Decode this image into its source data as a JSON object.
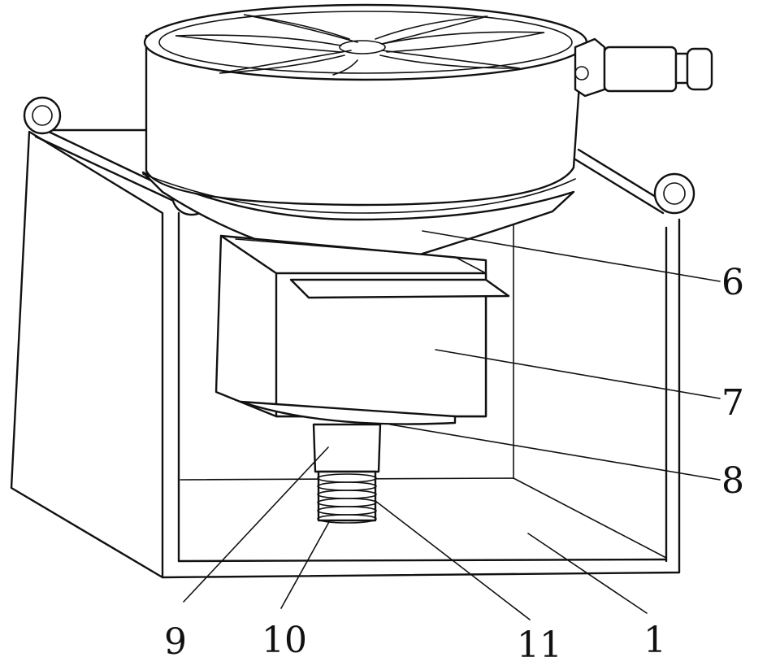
{
  "labels": {
    "l6": "6",
    "l7": "7",
    "l8": "8",
    "l1": "1",
    "l9": "9",
    "l10": "10",
    "l11": "11"
  },
  "colors": {
    "line": "#111111",
    "background": "#ffffff"
  }
}
